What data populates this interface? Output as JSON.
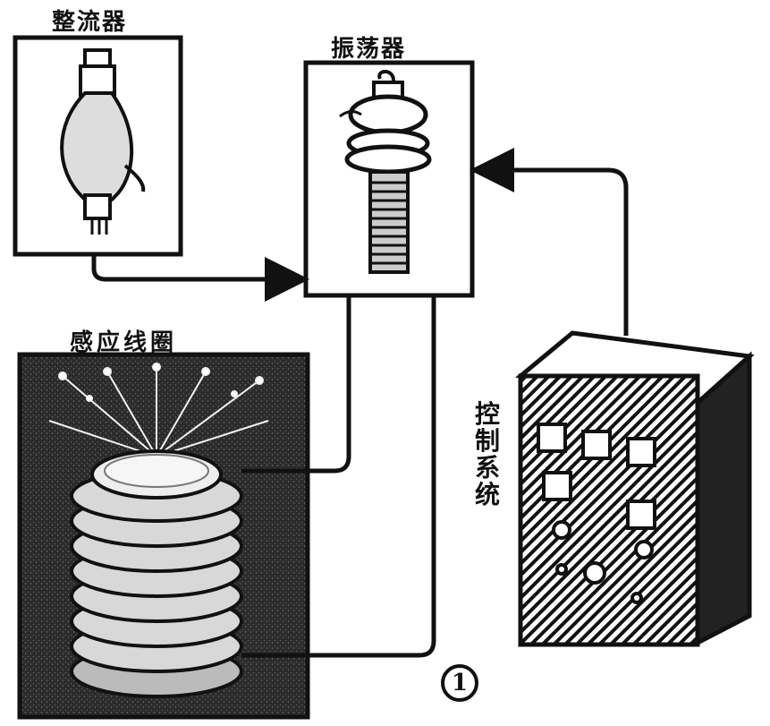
{
  "labels": {
    "rectifier": "整流器",
    "oscillator": "振荡器",
    "induction_coil": "感应线圈",
    "control_system": "控制系统"
  },
  "figure_number": "1",
  "colors": {
    "ink": "#111111",
    "coil_panel_bg": "#2a2a2a",
    "paper": "#ffffff"
  }
}
